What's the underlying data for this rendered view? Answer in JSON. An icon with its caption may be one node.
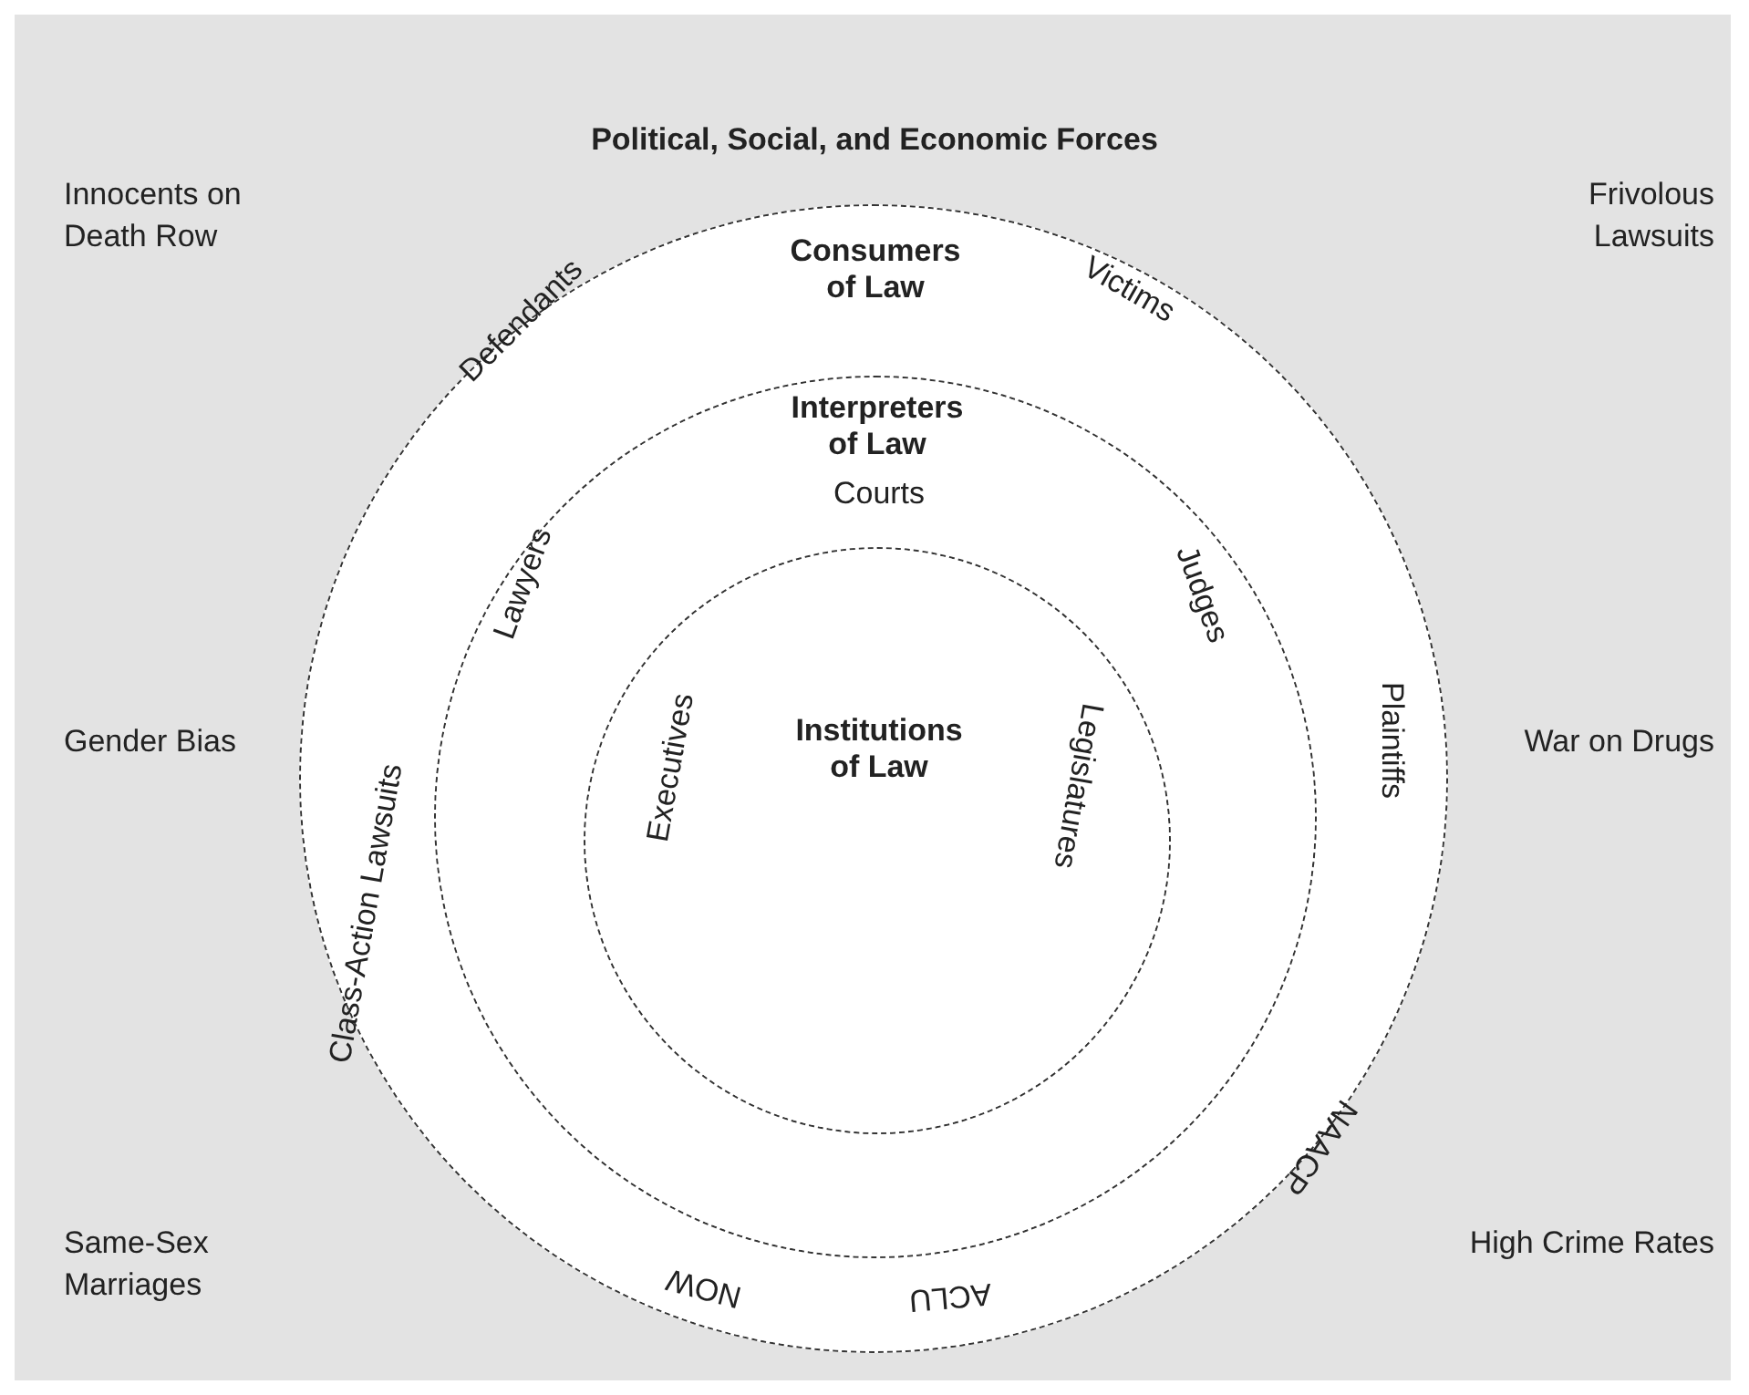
{
  "diagram": {
    "title": "Political, Social, and Economic Forces",
    "nodes": [
      {
        "text": [],
        "shape": "box"
      },
      {
        "text": [
          "Consumers of Law",
          "Defendants",
          "Victims",
          "Class-Action Lawsuits",
          "Plaintiffs",
          "NOW",
          "ACLU",
          "NAACP"
        ],
        "in": 0
      },
      {
        "text": [
          "Interpreters of Law",
          "Lawyers",
          "Judges"
        ],
        "in": 1
      },
      {
        "text": [
          "Courts",
          "Institutions of Law",
          "Executives",
          "Legislatures"
        ],
        "in": 2
      }
    ],
    "labels": [
      "Innocents on Death Row",
      "Frivolous Lawsuits",
      "Gender Bias",
      "War on Drugs",
      "Same-Sex Marriages",
      "High Crime Rates"
    ]
  }
}
